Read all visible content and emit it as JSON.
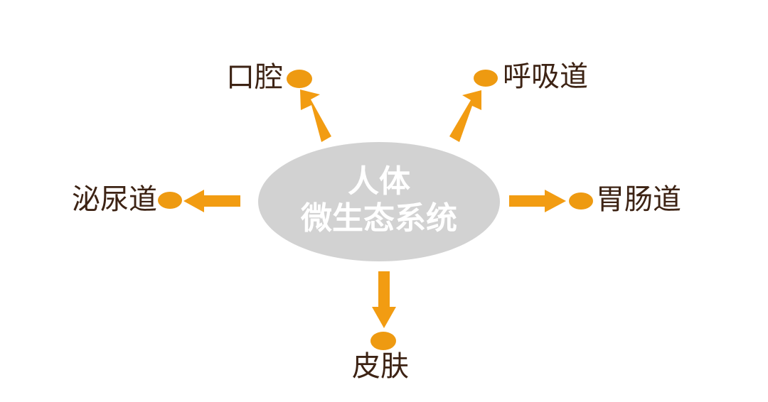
{
  "colors": {
    "arrow": "#F29C12",
    "dot": "#EE9A11",
    "center_fill": "#D2D2D2",
    "center_text": "#FFFFFF",
    "label_text": "#3D2314"
  },
  "center": {
    "line1": "人体",
    "line2": "微生态系统"
  },
  "nodes": {
    "oral": "口腔",
    "respiratory": "呼吸道",
    "urinary": "泌尿道",
    "gut": "胃肠道",
    "skin": "皮肤"
  }
}
